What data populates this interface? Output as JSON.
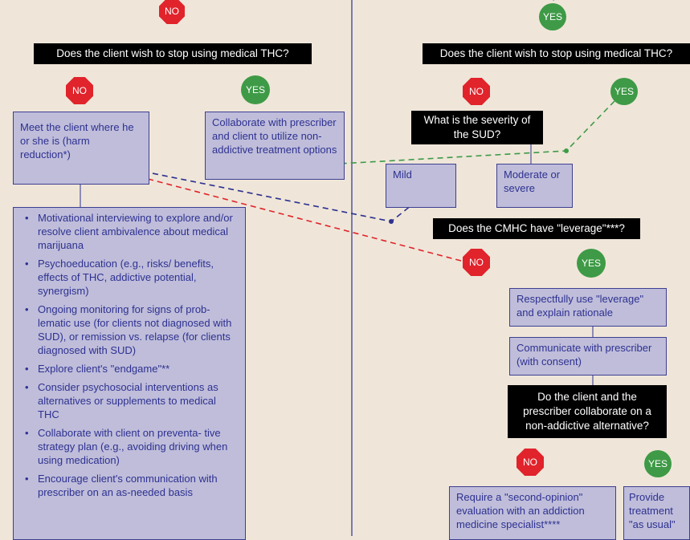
{
  "colors": {
    "background": "#efe6d9",
    "box_fill": "#bfbdda",
    "box_border": "#3d3f92",
    "text_blue": "#2e3190",
    "no_red": "#e1232b",
    "yes_green": "#3e9a46",
    "question_black": "#000000"
  },
  "left": {
    "no_top": "NO",
    "question": "Does the client wish to stop using medical THC?",
    "no": "NO",
    "yes": "YES",
    "meet_box": "Meet the client where he or she is (harm reduction*)",
    "collaborate_box": "Collaborate with prescriber and client to utilize non-addictive treatment options",
    "bullets": [
      "Motivational interviewing to explore and/or resolve client ambivalence about medical marijuana",
      "Psychoeducation (e.g., risks/ benefits, effects of THC, addictive potential, synergism)",
      "Ongoing monitoring for signs of prob- lematic use (for clients not diagnosed with SUD), or remission vs. relapse (for clients diagnosed with SUD)",
      "Explore client's \"endgame\"**",
      "Consider psychosocial interventions as alternatives or supplements to medical THC",
      "Collaborate with client on preventa- tive strategy plan (e.g., avoiding driving when using medication)",
      "Encourage client's communication with prescriber on an as-needed basis"
    ]
  },
  "right": {
    "yes_top": "YES",
    "question": "Does the client wish to stop using medical THC?",
    "no": "NO",
    "yes": "YES",
    "severity_question": "What is the severity of the SUD?",
    "mild": "Mild",
    "moderate": "Moderate or severe",
    "leverage_question": "Does the CMHC have \"leverage\"***?",
    "leverage_no": "NO",
    "leverage_yes": "YES",
    "respectfully": "Respectfully use \"leverage\" and explain rationale",
    "communicate": "Communicate with prescriber (with consent)",
    "collab_question": "Do the client and the prescriber collaborate on a non-addictive alternative?",
    "final_no": "NO",
    "final_yes": "YES",
    "second_opinion": "Require a \"second-opinion\" evaluation with an addiction medicine specialist****",
    "provide": "Provide treatment \"as usual\""
  }
}
